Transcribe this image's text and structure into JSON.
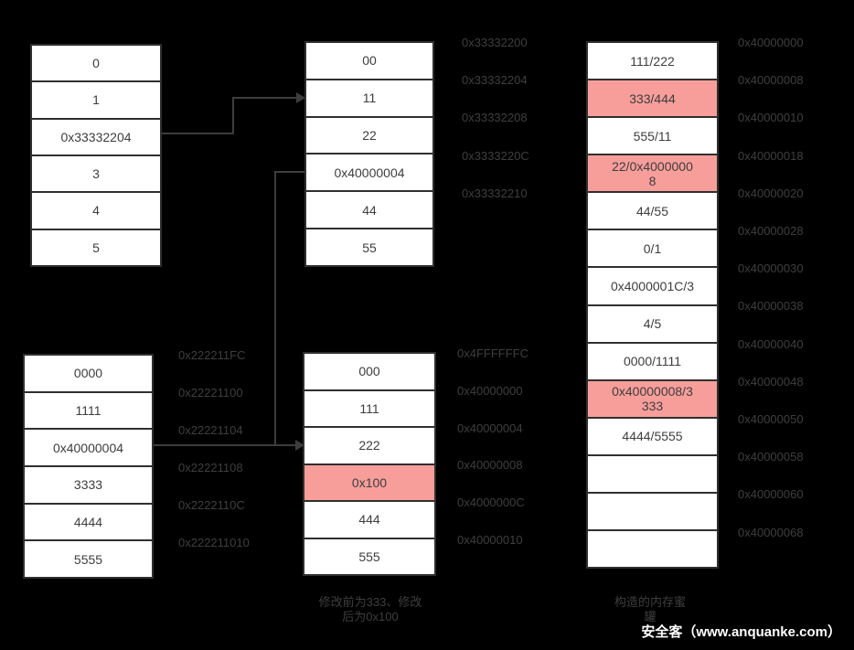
{
  "colors": {
    "background": "#000000",
    "cell_background": "#ffffff",
    "cell_highlight": "#f79e9b",
    "border": "#2f2f2f",
    "cell_text": "#3d3d3d",
    "label_text": "#3f3f3f",
    "arrow": "#3d3d3d",
    "watermark_text": "#ffffff"
  },
  "tables": {
    "top_left": {
      "rows": [
        {
          "text": "0"
        },
        {
          "text": "1"
        },
        {
          "text": "0x33332204"
        },
        {
          "text": "3"
        },
        {
          "text": "4"
        },
        {
          "text": "5"
        }
      ]
    },
    "mid_top": {
      "rows": [
        {
          "text": "00"
        },
        {
          "text": "11"
        },
        {
          "text": "22"
        },
        {
          "text": "0x40000004"
        },
        {
          "text": "44"
        },
        {
          "text": "55"
        }
      ]
    },
    "right": {
      "rows": [
        {
          "text": "111/222"
        },
        {
          "text": "333/444",
          "highlight": true
        },
        {
          "text": "555/11"
        },
        {
          "text": "22/0x4000000\n8",
          "highlight": true
        },
        {
          "text": "44/55"
        },
        {
          "text": "0/1"
        },
        {
          "text": "0x4000001C/3"
        },
        {
          "text": "4/5"
        },
        {
          "text": "0000/1111"
        },
        {
          "text": "0x40000008/3\n333",
          "highlight": true
        },
        {
          "text": "4444/5555"
        },
        {
          "text": ""
        },
        {
          "text": ""
        },
        {
          "text": ""
        }
      ]
    },
    "bottom_left": {
      "rows": [
        {
          "text": "0000"
        },
        {
          "text": "1111"
        },
        {
          "text": "0x40000004"
        },
        {
          "text": "3333"
        },
        {
          "text": "4444"
        },
        {
          "text": "5555"
        }
      ]
    },
    "bottom_mid": {
      "rows": [
        {
          "text": "000"
        },
        {
          "text": "111"
        },
        {
          "text": "222"
        },
        {
          "text": "0x100",
          "highlight": true
        },
        {
          "text": "444"
        },
        {
          "text": "555"
        }
      ]
    }
  },
  "addresses": {
    "mid_top_addrs": [
      "0x33332200",
      "0x33332204",
      "0x33332208",
      "0x3333220C",
      "0x33332210"
    ],
    "right_addrs": [
      "0x40000000",
      "0x40000008",
      "0x40000010",
      "0x40000018",
      "0x40000020",
      "0x40000028",
      "0x40000030",
      "0x40000038",
      "0x40000040",
      "0x40000048",
      "0x40000050",
      "0x40000058",
      "0x40000060",
      "0x40000068"
    ],
    "bottom_left_addrs": [
      "0x222211FC",
      "0x22221100",
      "0x22221104",
      "0x22221108",
      "0x2222110C",
      "0x222211010"
    ],
    "bottom_mid_addrs": [
      "0x4FFFFFFC",
      "0x40000000",
      "0x40000004",
      "0x40000008",
      "0x4000000C",
      "0x40000010"
    ]
  },
  "captions": {
    "mid": "修改前为333、修改\n后为0x100",
    "right": "构造的内存蜜\n罐"
  },
  "watermark": "安全客（www.anquanke.com）"
}
